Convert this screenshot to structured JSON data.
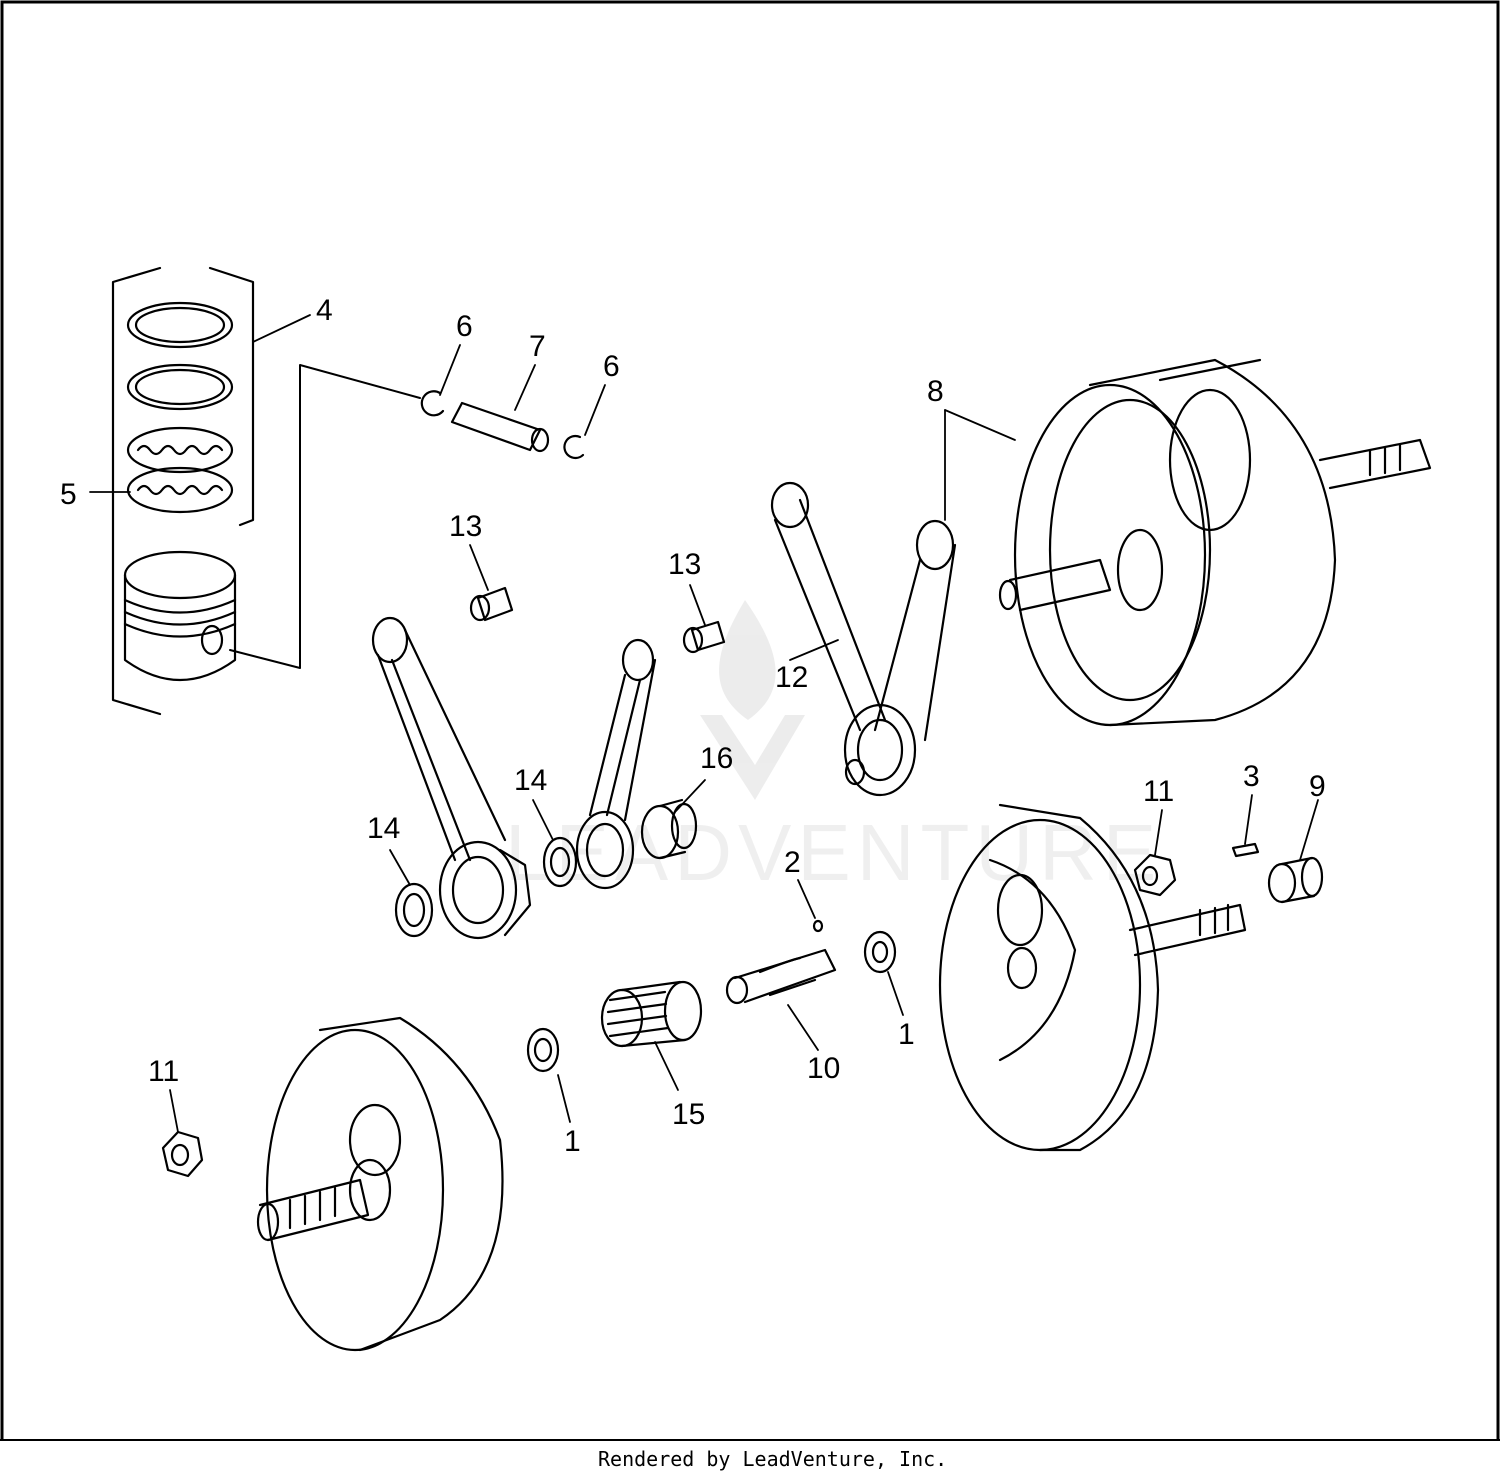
{
  "diagram": {
    "callouts": [
      {
        "id": "c4a",
        "text": "4"
      },
      {
        "id": "c5",
        "text": "5"
      },
      {
        "id": "c6a",
        "text": "6"
      },
      {
        "id": "c7",
        "text": "7"
      },
      {
        "id": "c6b",
        "text": "6"
      },
      {
        "id": "c8",
        "text": "8"
      },
      {
        "id": "c13a",
        "text": "13"
      },
      {
        "id": "c13b",
        "text": "13"
      },
      {
        "id": "c12",
        "text": "12"
      },
      {
        "id": "c14a",
        "text": "14"
      },
      {
        "id": "c16",
        "text": "16"
      },
      {
        "id": "c14b",
        "text": "14"
      },
      {
        "id": "c11a",
        "text": "11"
      },
      {
        "id": "c3",
        "text": "3"
      },
      {
        "id": "c9",
        "text": "9"
      },
      {
        "id": "c2",
        "text": "2"
      },
      {
        "id": "c1a",
        "text": "1"
      },
      {
        "id": "c10",
        "text": "10"
      },
      {
        "id": "c11b",
        "text": "11"
      },
      {
        "id": "c1b",
        "text": "1"
      },
      {
        "id": "c15",
        "text": "15"
      }
    ],
    "watermark": "LEADVENTURE",
    "footer": "Rendered by LeadVenture, Inc."
  }
}
